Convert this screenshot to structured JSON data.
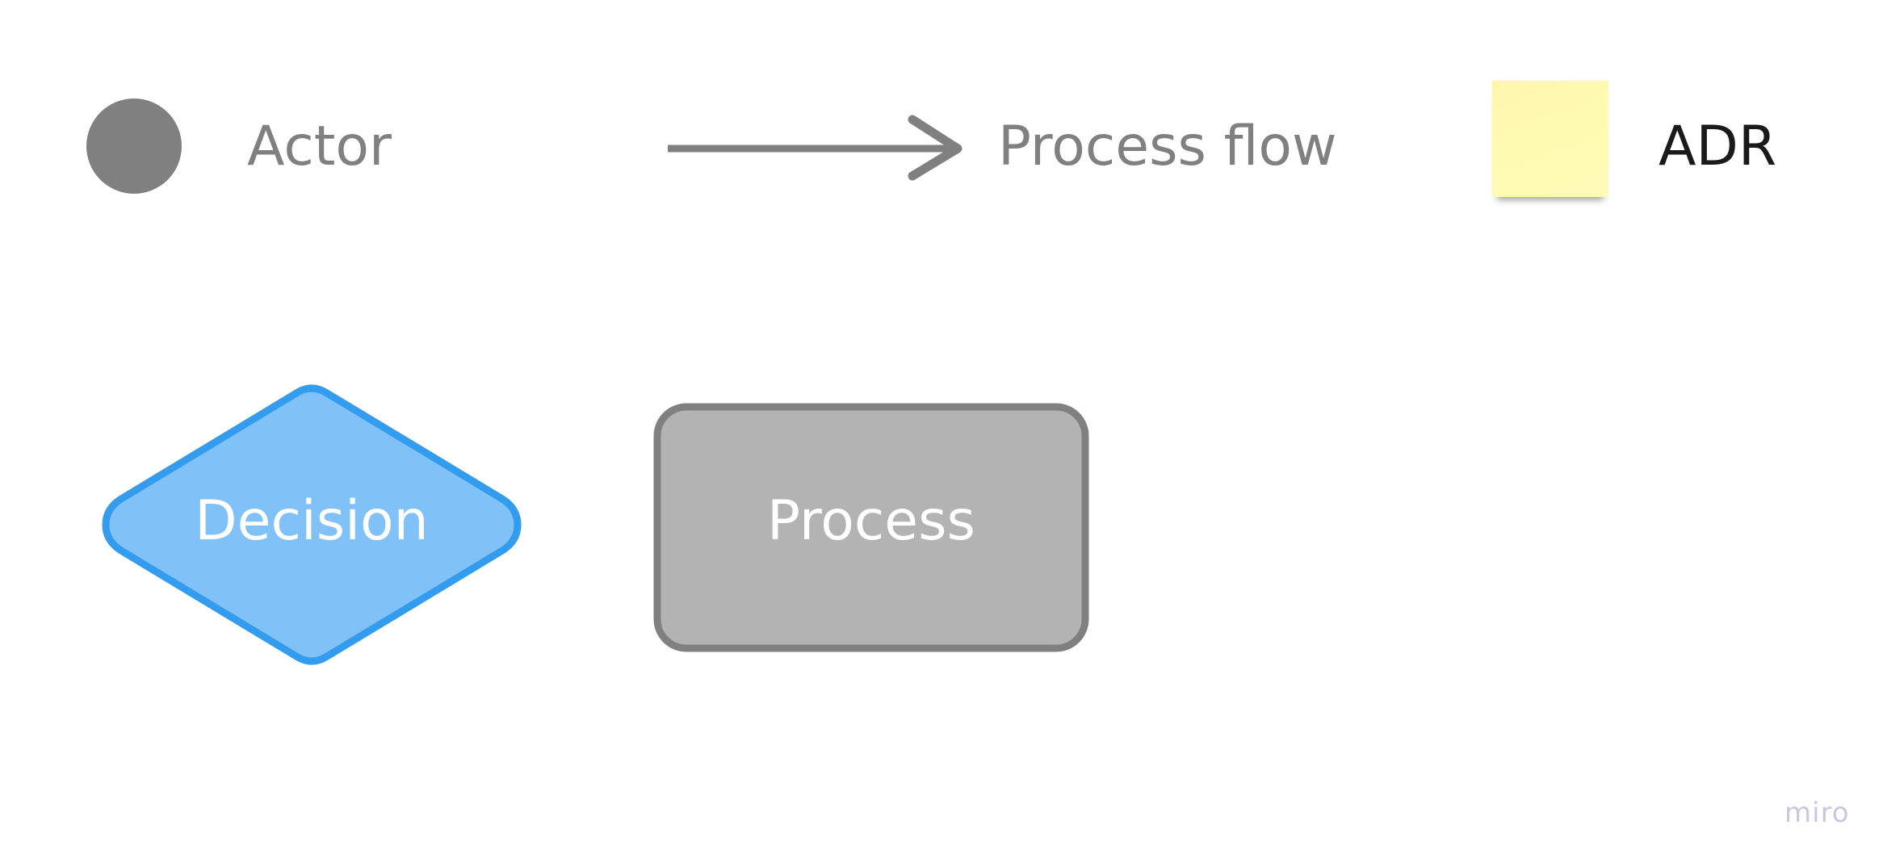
{
  "legend": {
    "actor": {
      "label": "Actor",
      "color": "#808080"
    },
    "process_flow": {
      "label": "Process flow",
      "color": "#808080"
    },
    "adr": {
      "label": "ADR",
      "color": "#1a1a1a",
      "sticky_color": "#fff9b1"
    }
  },
  "shapes": {
    "decision": {
      "label": "Decision",
      "fill": "#80c2f8",
      "stroke": "#339cee"
    },
    "process": {
      "label": "Process",
      "fill": "#b3b3b3",
      "stroke": "#808080"
    }
  },
  "watermark": {
    "text": "miro",
    "color": "#c7c9df"
  }
}
